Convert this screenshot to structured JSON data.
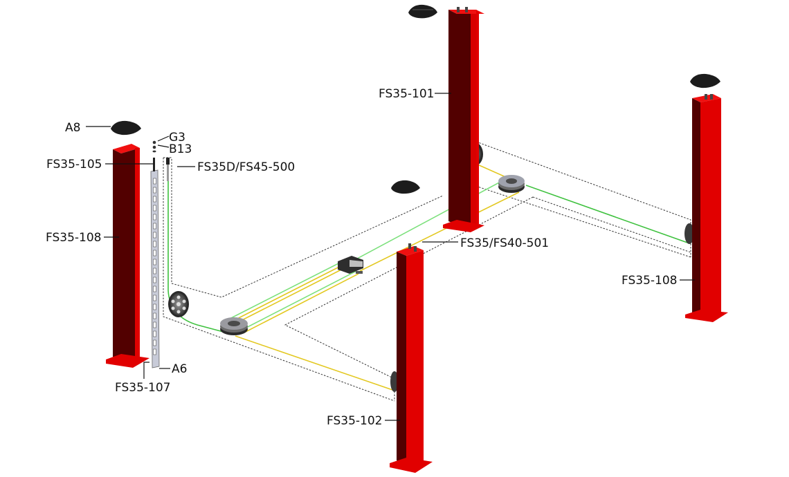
{
  "diagram": {
    "title": "Four-post lift exploded assembly — columns and cable routing",
    "colors": {
      "column_front": "#e10000",
      "column_side": "#520000",
      "column_top": "#f01010",
      "green_cable": "#3ec13e",
      "yellow_cable": "#e3c820",
      "rubber_pad": "#1c1c1c",
      "sheave": "#5a5a5a",
      "ladder": "#c8cbd8"
    },
    "labels": {
      "a8": "A8",
      "g3": "G3",
      "b13": "B13",
      "fs35_105": "FS35-105",
      "fs35d_500": "FS35D/FS45-500",
      "fs35_108_left": "FS35-108",
      "a6": "A6",
      "fs35_107": "FS35-107",
      "fs35_101": "FS35-101",
      "fs35_501": "FS35/FS40-501",
      "fs35_108_right": "FS35-108",
      "fs35_102": "FS35-102"
    }
  }
}
